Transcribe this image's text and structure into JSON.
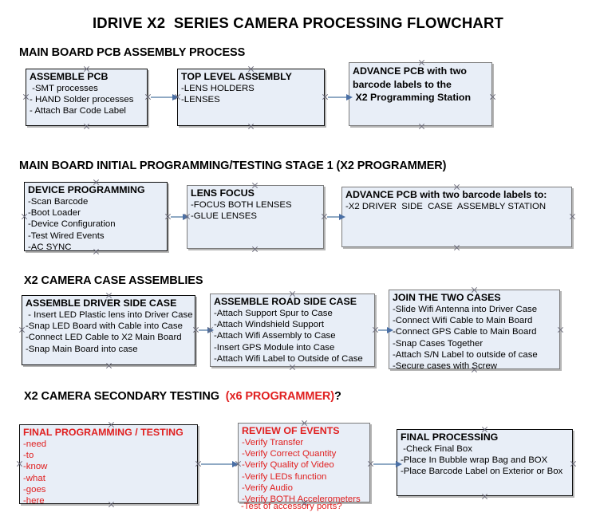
{
  "document": {
    "title": "IDRIVE X2  SERIES CAMERA PROCESSING FLOWCHART"
  },
  "colors": {
    "node_fill": "#e8eef7",
    "node_border": "#0d0d0d",
    "node_border_gray": "#7b7b7b",
    "arrow_line": "#8fa9c4",
    "arrow_head": "#4a6fa5",
    "text": "#000000",
    "accent_red": "#e02020"
  },
  "sections": [
    {
      "heading": "MAIN BOARD PCB ASSEMBLY PROCESS",
      "heading_accent": "",
      "heading_suffix": "",
      "nodes": [
        {
          "title": "ASSEMBLE PCB",
          "lines": [
            " -SMT processes",
            "- HAND Solder processes",
            "- Attach Bar Code Label"
          ]
        },
        {
          "title": "TOP LEVEL ASSEMBLY",
          "lines": [
            "-LENS HOLDERS",
            "-LENSES"
          ]
        },
        {
          "title": "ADVANCE PCB with two",
          "title_lines": [
            "ADVANCE PCB with two",
            "barcode labels to the",
            " X2 Programming Station"
          ],
          "lines": []
        }
      ]
    },
    {
      "heading": "MAIN BOARD INITIAL PROGRAMMING/TESTING STAGE 1 (X2 PROGRAMMER)",
      "heading_accent": "",
      "heading_suffix": "",
      "nodes": [
        {
          "title": "DEVICE PROGRAMMING",
          "lines": [
            "-Scan Barcode",
            "-Boot Loader",
            "-Device Configuration",
            "-Test Wired Events",
            "-AC SYNC"
          ]
        },
        {
          "title": "LENS FOCUS",
          "lines": [
            "-FOCUS BOTH LENSES",
            "-GLUE LENSES"
          ]
        },
        {
          "title": "ADVANCE PCB with two barcode labels to:",
          "lines": [
            "-X2 DRIVER  SIDE  CASE  ASSEMBLY STATION"
          ]
        }
      ]
    },
    {
      "heading": "X2 CAMERA CASE ASSEMBLIES",
      "heading_accent": "",
      "heading_suffix": "",
      "nodes": [
        {
          "title": "ASSEMBLE DRIVER SIDE CASE",
          "lines": [
            " - Insert LED Plastic lens into Driver Case",
            "-Snap LED Board with Cable into Case",
            "-Connect LED Cable to X2 Main Board",
            "-Snap Main Board into case"
          ]
        },
        {
          "title": "ASSEMBLE ROAD SIDE CASE",
          "lines": [
            "-Attach Support Spur to Case",
            "-Attach Windshield Support",
            "-Attach Wifi Assembly to Case",
            "-Insert GPS Module into Case",
            "-Attach Wifi Label to Outside of Case"
          ]
        },
        {
          "title": "JOIN THE TWO CASES",
          "lines": [
            "-Slide Wifi Antenna into Driver Case",
            "-Connect Wifi Cable to Main Board",
            "-Connect GPS Cable to Main Board",
            "-Snap Cases Together",
            "-Attach S/N Label to outside of case",
            "-Secure cases with Screw"
          ]
        }
      ]
    },
    {
      "heading": "X2 CAMERA SECONDARY TESTING  ",
      "heading_accent": "(x6 PROGRAMMER)",
      "heading_suffix": "?",
      "nodes": [
        {
          "title": "FINAL PROGRAMMING / TESTING",
          "lines": [
            "-need",
            "-to",
            "-know",
            "-what",
            "-goes",
            "-here"
          ]
        },
        {
          "title": "REVIEW OF EVENTS",
          "lines": [
            "-Verify Transfer",
            "-Verify Correct Quantity",
            "-Verify Quality of Video",
            "-Verify LEDs function",
            "-Verify Audio",
            "-Verify BOTH Accelerometers"
          ],
          "overflow_line": "-Test of accessory ports?"
        },
        {
          "title": "FINAL PROCESSING",
          "lines": [
            " -Check Final Box",
            "-Place In Bubble wrap Bag and BOX",
            "-Place Barcode Label on Exterior or Box"
          ]
        }
      ]
    }
  ]
}
